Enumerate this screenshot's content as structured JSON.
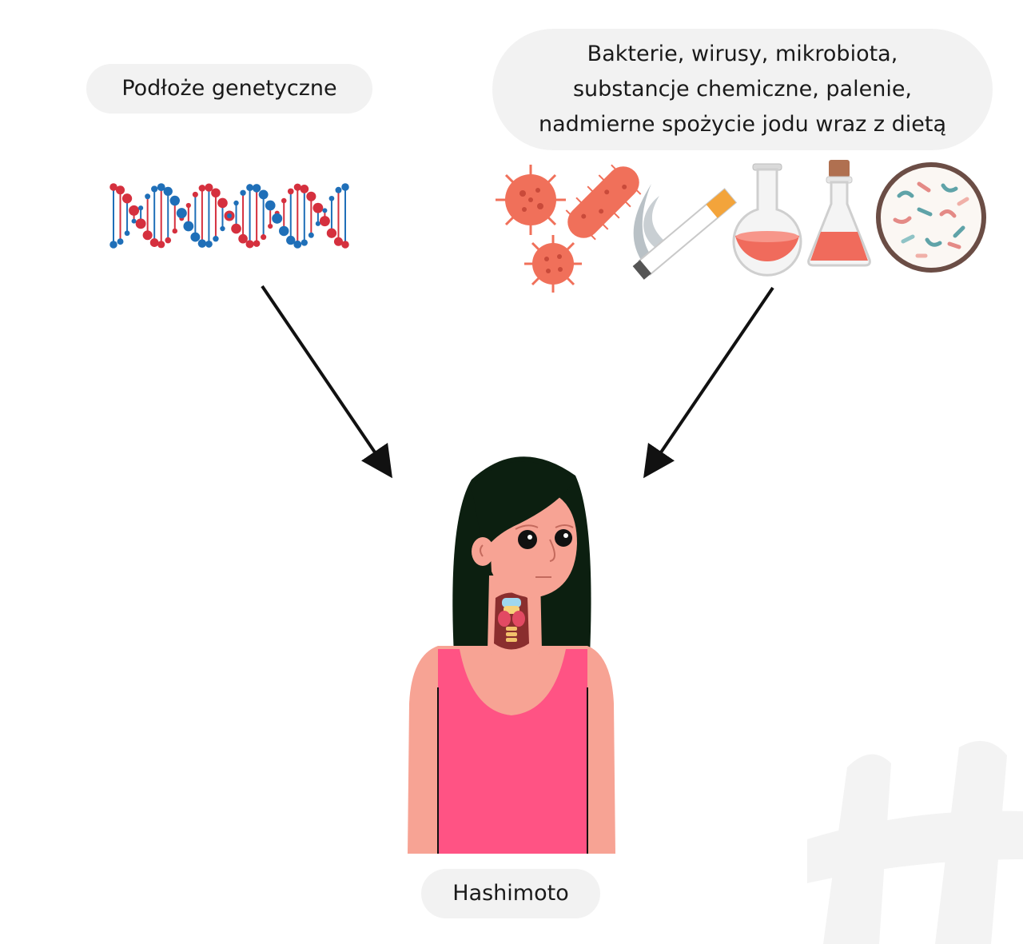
{
  "labels": {
    "genetic": "Podłoże genetyczne",
    "environment_lines": [
      "Bakterie, wirusy, mikrobiota,",
      "substancje chemiczne, palenie,",
      "nadmierne spożycie jodu wraz z dietą"
    ],
    "outcome": "Hashimoto"
  },
  "icons": {
    "dna": "dna-helix-icon",
    "virus": "virus-icon",
    "bacterium": "bacterium-icon",
    "cigarette": "cigarette-icon",
    "flask_round": "round-flask-icon",
    "flask_conical": "conical-flask-icon",
    "microbiota": "petri-dish-icon",
    "person": "woman-thyroid-illustration",
    "watermark": "hash-watermark"
  },
  "colors": {
    "pill_bg": "#f2f2f2",
    "dna_red": "#d5303e",
    "dna_blue": "#1f6fb8",
    "virus": "#f0705a",
    "hair": "#0c1f10",
    "skin": "#f7a394",
    "top": "#ff5384",
    "arrow": "#111111"
  }
}
